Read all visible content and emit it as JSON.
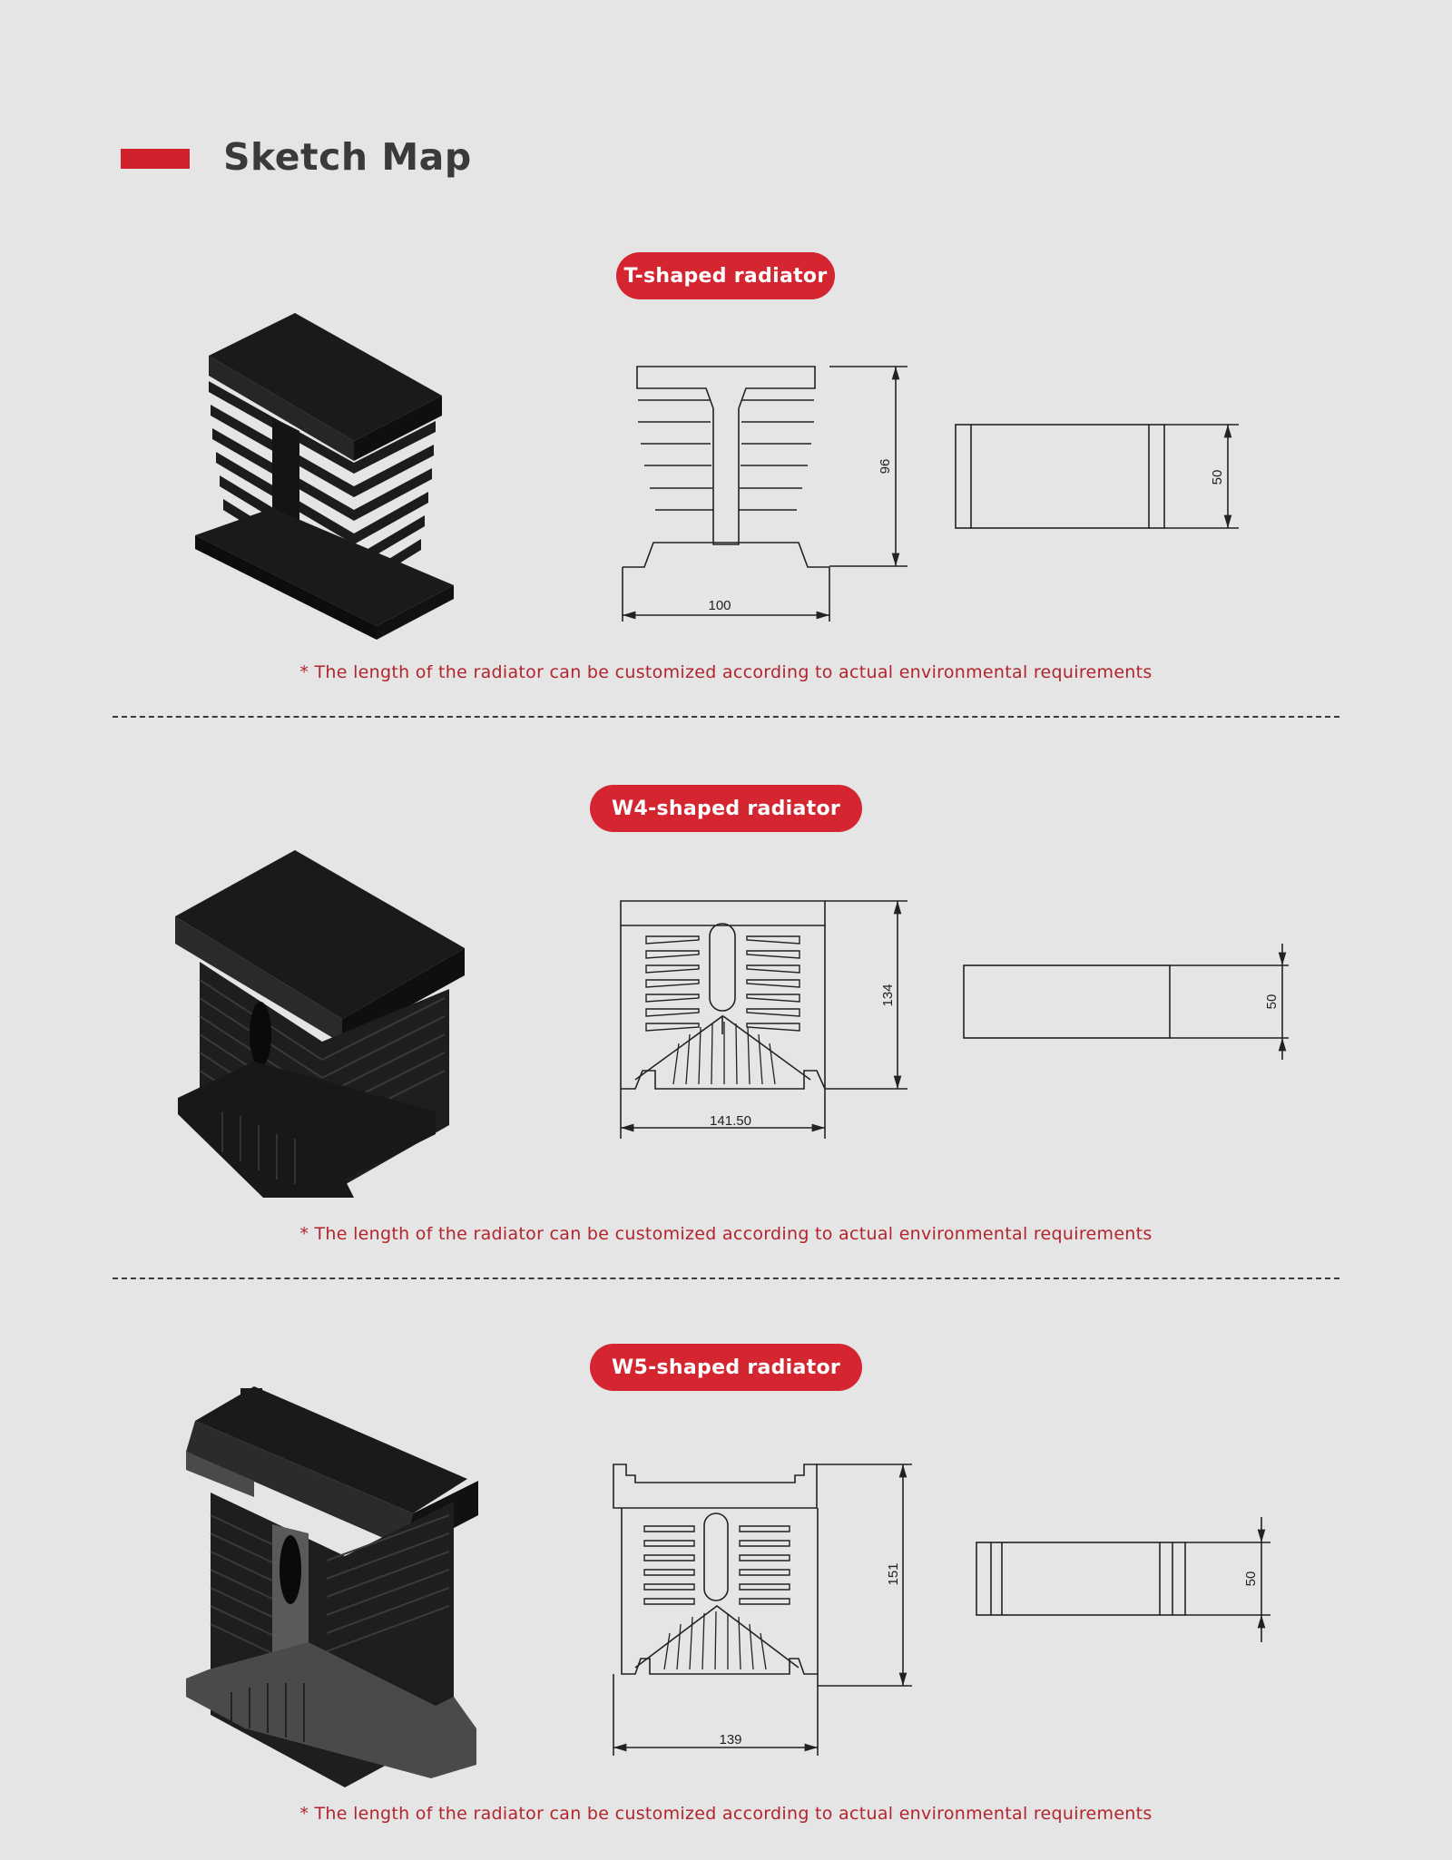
{
  "header": {
    "title": "Sketch Map"
  },
  "sections": [
    {
      "label": "T-shaped radiator",
      "note": "* The length of the radiator can be customized according to actual environmental requirements",
      "dims": {
        "width": "100",
        "height": "96",
        "side": "50"
      }
    },
    {
      "label": "W4-shaped radiator",
      "note": "* The length of the radiator can be customized according to actual environmental requirements",
      "dims": {
        "width": "141.50",
        "height": "134",
        "side": "50"
      }
    },
    {
      "label": "W5-shaped radiator",
      "note": "* The length of the radiator can be customized according to actual environmental requirements",
      "dims": {
        "width": "139",
        "height": "151",
        "side": "50"
      }
    }
  ],
  "colors": {
    "accent": "#d42530",
    "note": "#b3242c",
    "background": "#e5e5e5",
    "heatsink": "#1a1a1a"
  }
}
